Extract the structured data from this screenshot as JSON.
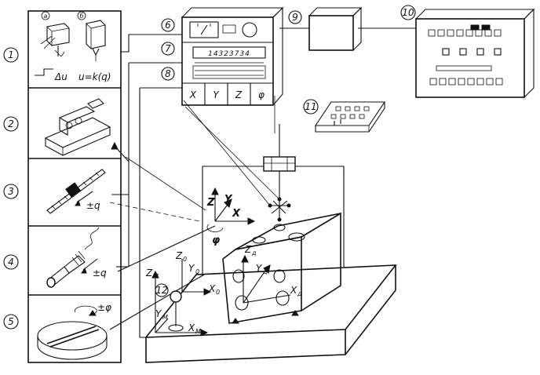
{
  "callouts": {
    "c1": "1",
    "c2": "2",
    "c3": "3",
    "c4": "4",
    "c5": "5",
    "c6": "6",
    "c7": "7",
    "c8": "8",
    "c9": "9",
    "c10": "10",
    "c11": "11",
    "c12": "12",
    "ca": "a",
    "cb": "б"
  },
  "sensor_panel": {
    "delta_u": "Δu",
    "formula": "u=k(q)",
    "plus_minus_q_3": "±q",
    "plus_minus_q_4": "±q",
    "plus_minus_phi": "±φ"
  },
  "counter": {
    "display": "14323734",
    "axis_buttons": [
      "X",
      "Y",
      "Z",
      "φ"
    ]
  },
  "frames": {
    "probe": {
      "Z": "Z",
      "Y": "Y",
      "X": "X",
      "phi": "φ"
    },
    "zero": {
      "Z": "Z",
      "Z_sub": "0",
      "Y": "Y",
      "Y_sub": "0",
      "X": "X",
      "X_sub": "0"
    },
    "part": {
      "Z": "Z",
      "Z_sub": "д",
      "Y": "Y",
      "Y_sub": "д",
      "X": "X",
      "X_sub": "д"
    },
    "machine": {
      "Z": "Z",
      "Z_sub": "M",
      "Y": "Y",
      "Y_sub": "M",
      "X": "X",
      "X_sub": "M"
    }
  }
}
